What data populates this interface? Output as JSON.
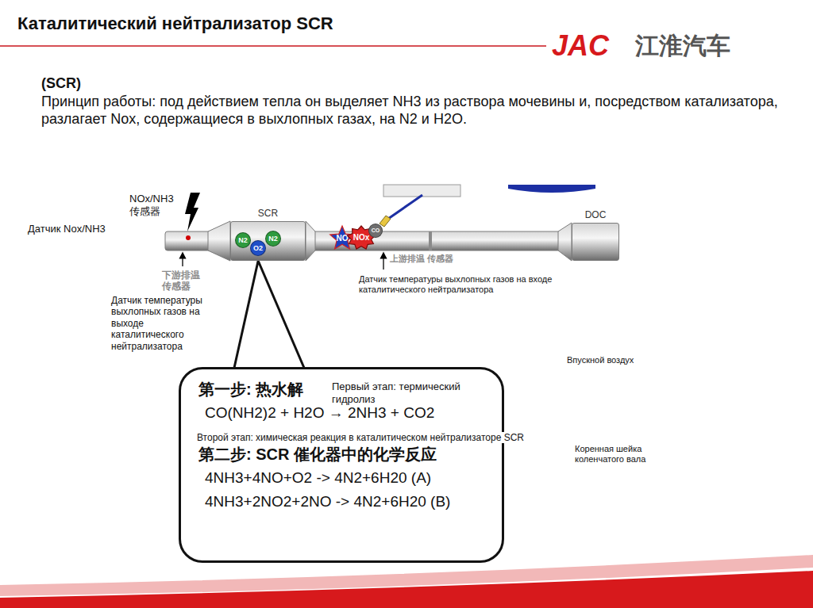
{
  "diagram": {
    "title": "Каталитический нейтрализатор SCR",
    "nodes": [
      {
        "text": [
          "SCR"
        ]
      },
      {
        "text": [
          "N2"
        ],
        "in": 0
      },
      {
        "text": [
          "O2"
        ],
        "in": 0
      },
      {
        "text": [
          "N2"
        ],
        "in": 0
      },
      {
        "text": [
          "NO"
        ]
      },
      {
        "text": [
          "NOx"
        ]
      },
      {
        "text": [
          "CO"
        ]
      },
      {
        "text": [
          "DOC"
        ]
      },
      {
        "text": [
          "第一步: 热水解",
          "CO(NH2)2 + H2O → 2NH3 + CO2",
          "第二步: SCR 催化器中的化学反应",
          "4NH3+4NO+O2 -> 4N2+6H20 (A)",
          "4NH3+2NO2+2NO -> 4N2+6H20 (B)"
        ]
      }
    ],
    "edges": [
      {
        "from": 0,
        "to": 8,
        "arrow": "none"
      }
    ],
    "labels": [
      "JAC",
      "江淮汽车",
      "(SCR)",
      "Принцип работы: под действием тепла он выделяет NH3 из раствора мочевины и, посредством катализатора, разлагает Nox, содержащиеся в выхлопных газах, на N2 и H2O.",
      "NOx/NH3 传感器",
      "Датчик Nox/NH3",
      "下游排温 传感器",
      "Датчик температуры выхлопных газов на выходе каталитического нейтрализатора",
      "上游排温 传感器",
      "Датчик температуры выхлопных газов на входе каталитического нейтрализатора",
      "Впускной воздух",
      "Коренная шейка коленчатого вала",
      "Первый этап: термический гидролиз",
      "Второй этап: химическая реакция в каталитическом нейтрализаторе SCR"
    ]
  }
}
